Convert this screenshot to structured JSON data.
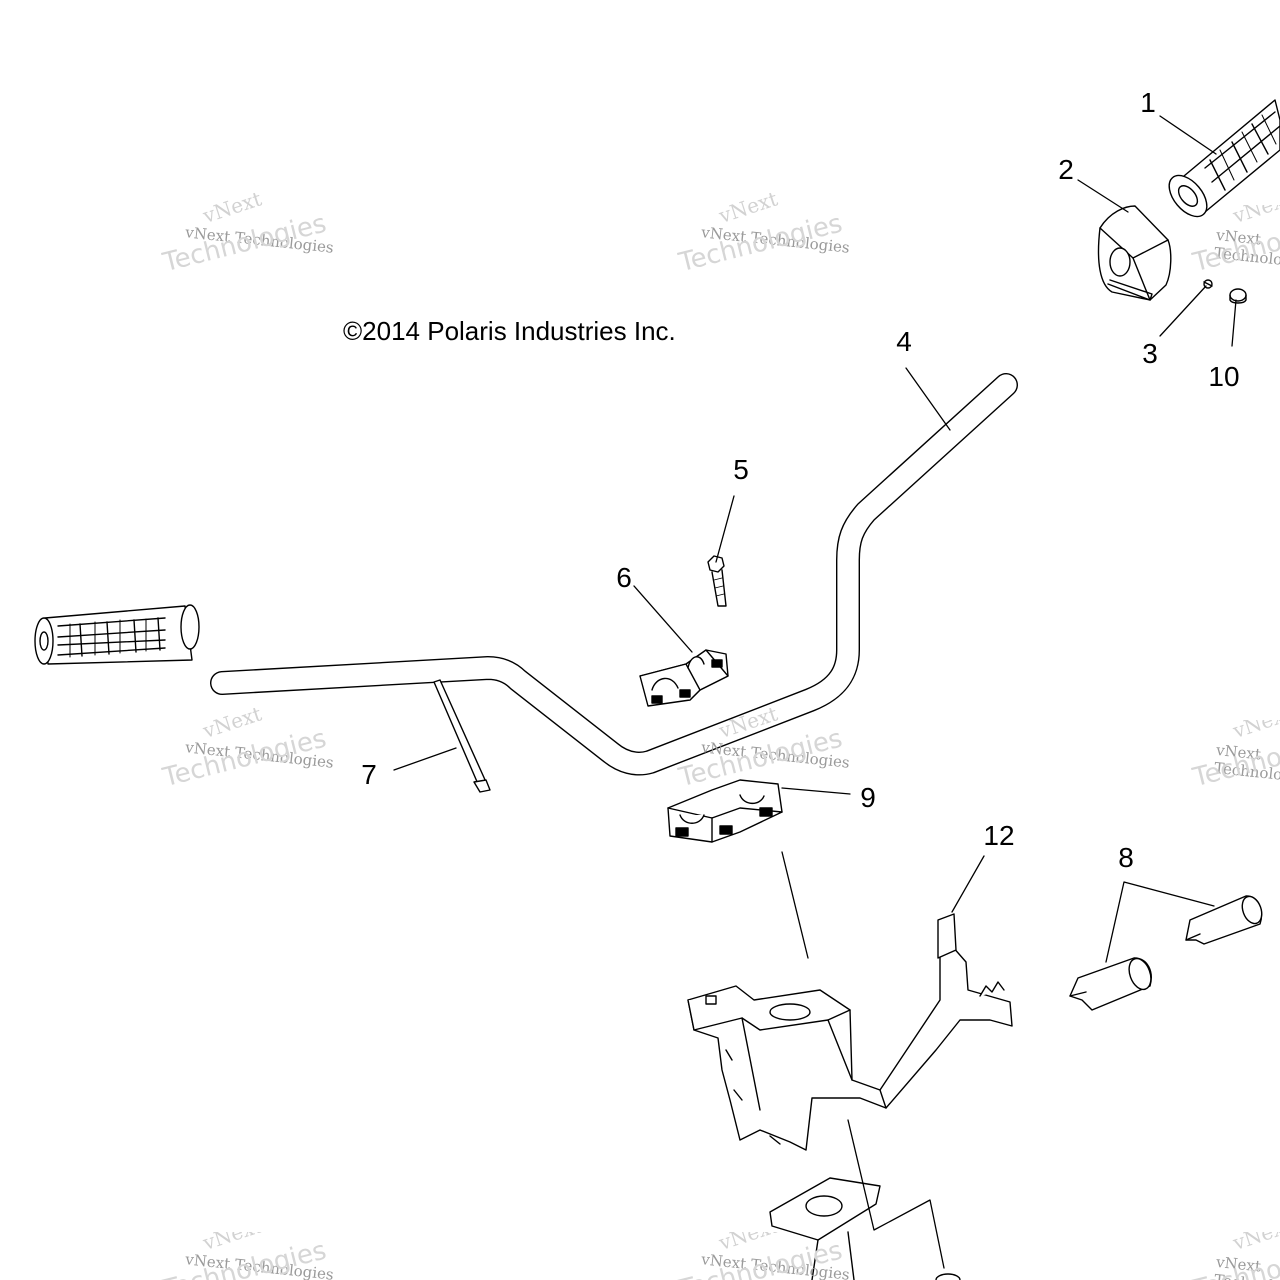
{
  "copyright": "©2014 Polaris Industries Inc.",
  "watermark": {
    "line1": "vNext",
    "line2": "vNext Technologies",
    "line3": "Technologies"
  },
  "callouts": [
    {
      "id": "1",
      "label": "1"
    },
    {
      "id": "2",
      "label": "2"
    },
    {
      "id": "3",
      "label": "3"
    },
    {
      "id": "4",
      "label": "4"
    },
    {
      "id": "5",
      "label": "5"
    },
    {
      "id": "6",
      "label": "6"
    },
    {
      "id": "7",
      "label": "7"
    },
    {
      "id": "8",
      "label": "8"
    },
    {
      "id": "9",
      "label": "9"
    },
    {
      "id": "10",
      "label": "10"
    },
    {
      "id": "12",
      "label": "12"
    }
  ],
  "colors": {
    "line": "#000000",
    "watermark": "#bbbbbb",
    "background": "#ffffff"
  }
}
